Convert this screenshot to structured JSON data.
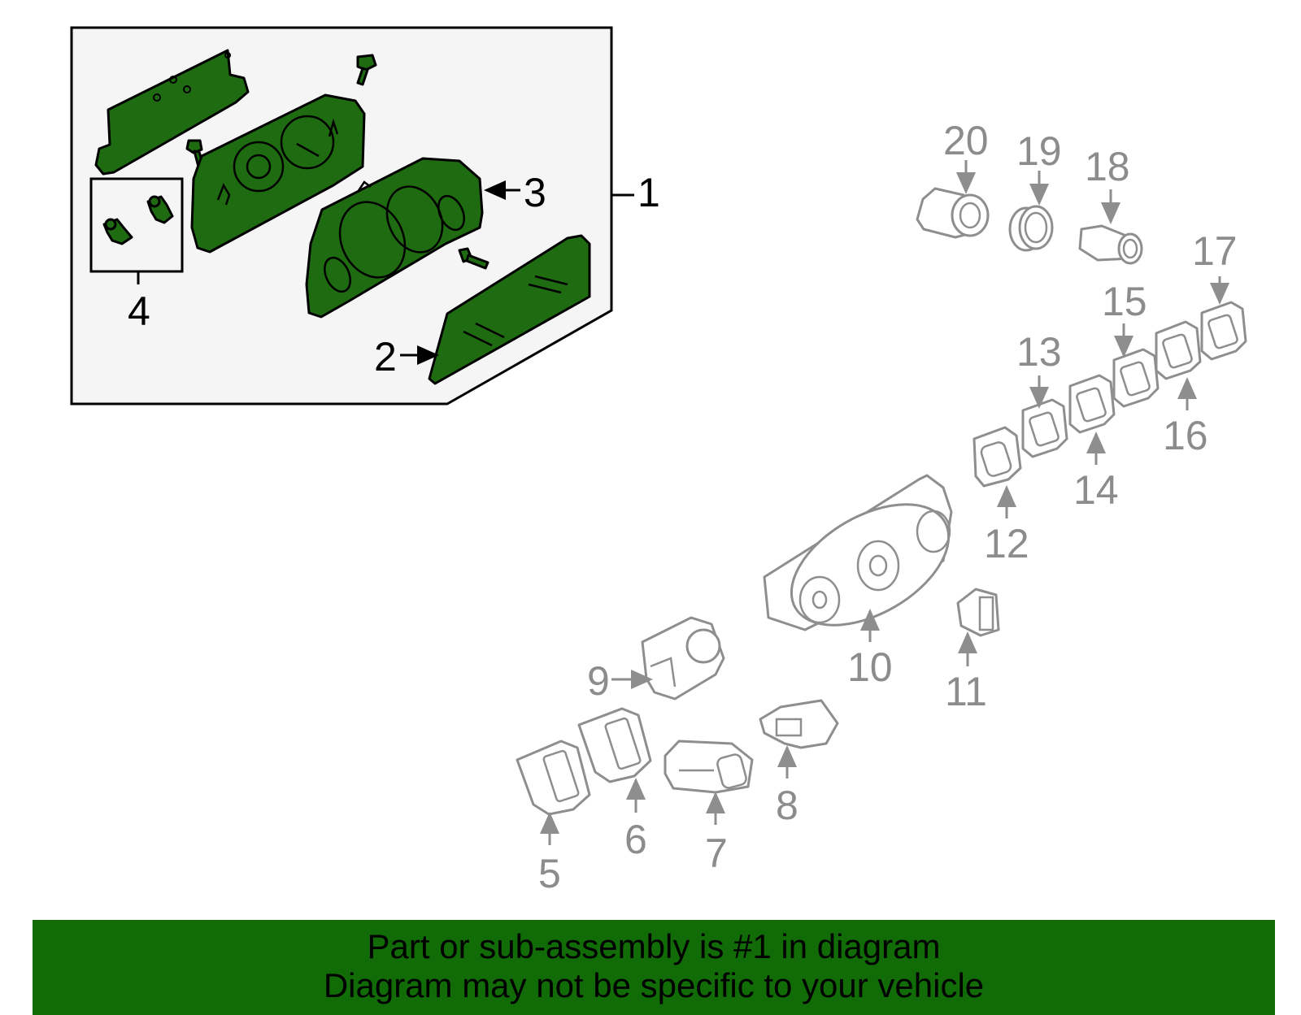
{
  "callouts": {
    "c1": "1",
    "c2": "2",
    "c3": "3",
    "c4": "4",
    "c5": "5",
    "c6": "6",
    "c7": "7",
    "c8": "8",
    "c9": "9",
    "c10": "10",
    "c11": "11",
    "c12": "12",
    "c13": "13",
    "c14": "14",
    "c15": "15",
    "c16": "16",
    "c17": "17",
    "c18": "18",
    "c19": "19",
    "c20": "20"
  },
  "banner": {
    "line1": "Part or sub-assembly is #1 in diagram",
    "line2": "Diagram may not be specific to your vehicle"
  },
  "colors": {
    "highlight_green": "#1f6b11",
    "banner_green": "#116b07",
    "unselected_grey": "#8e8e8e"
  }
}
